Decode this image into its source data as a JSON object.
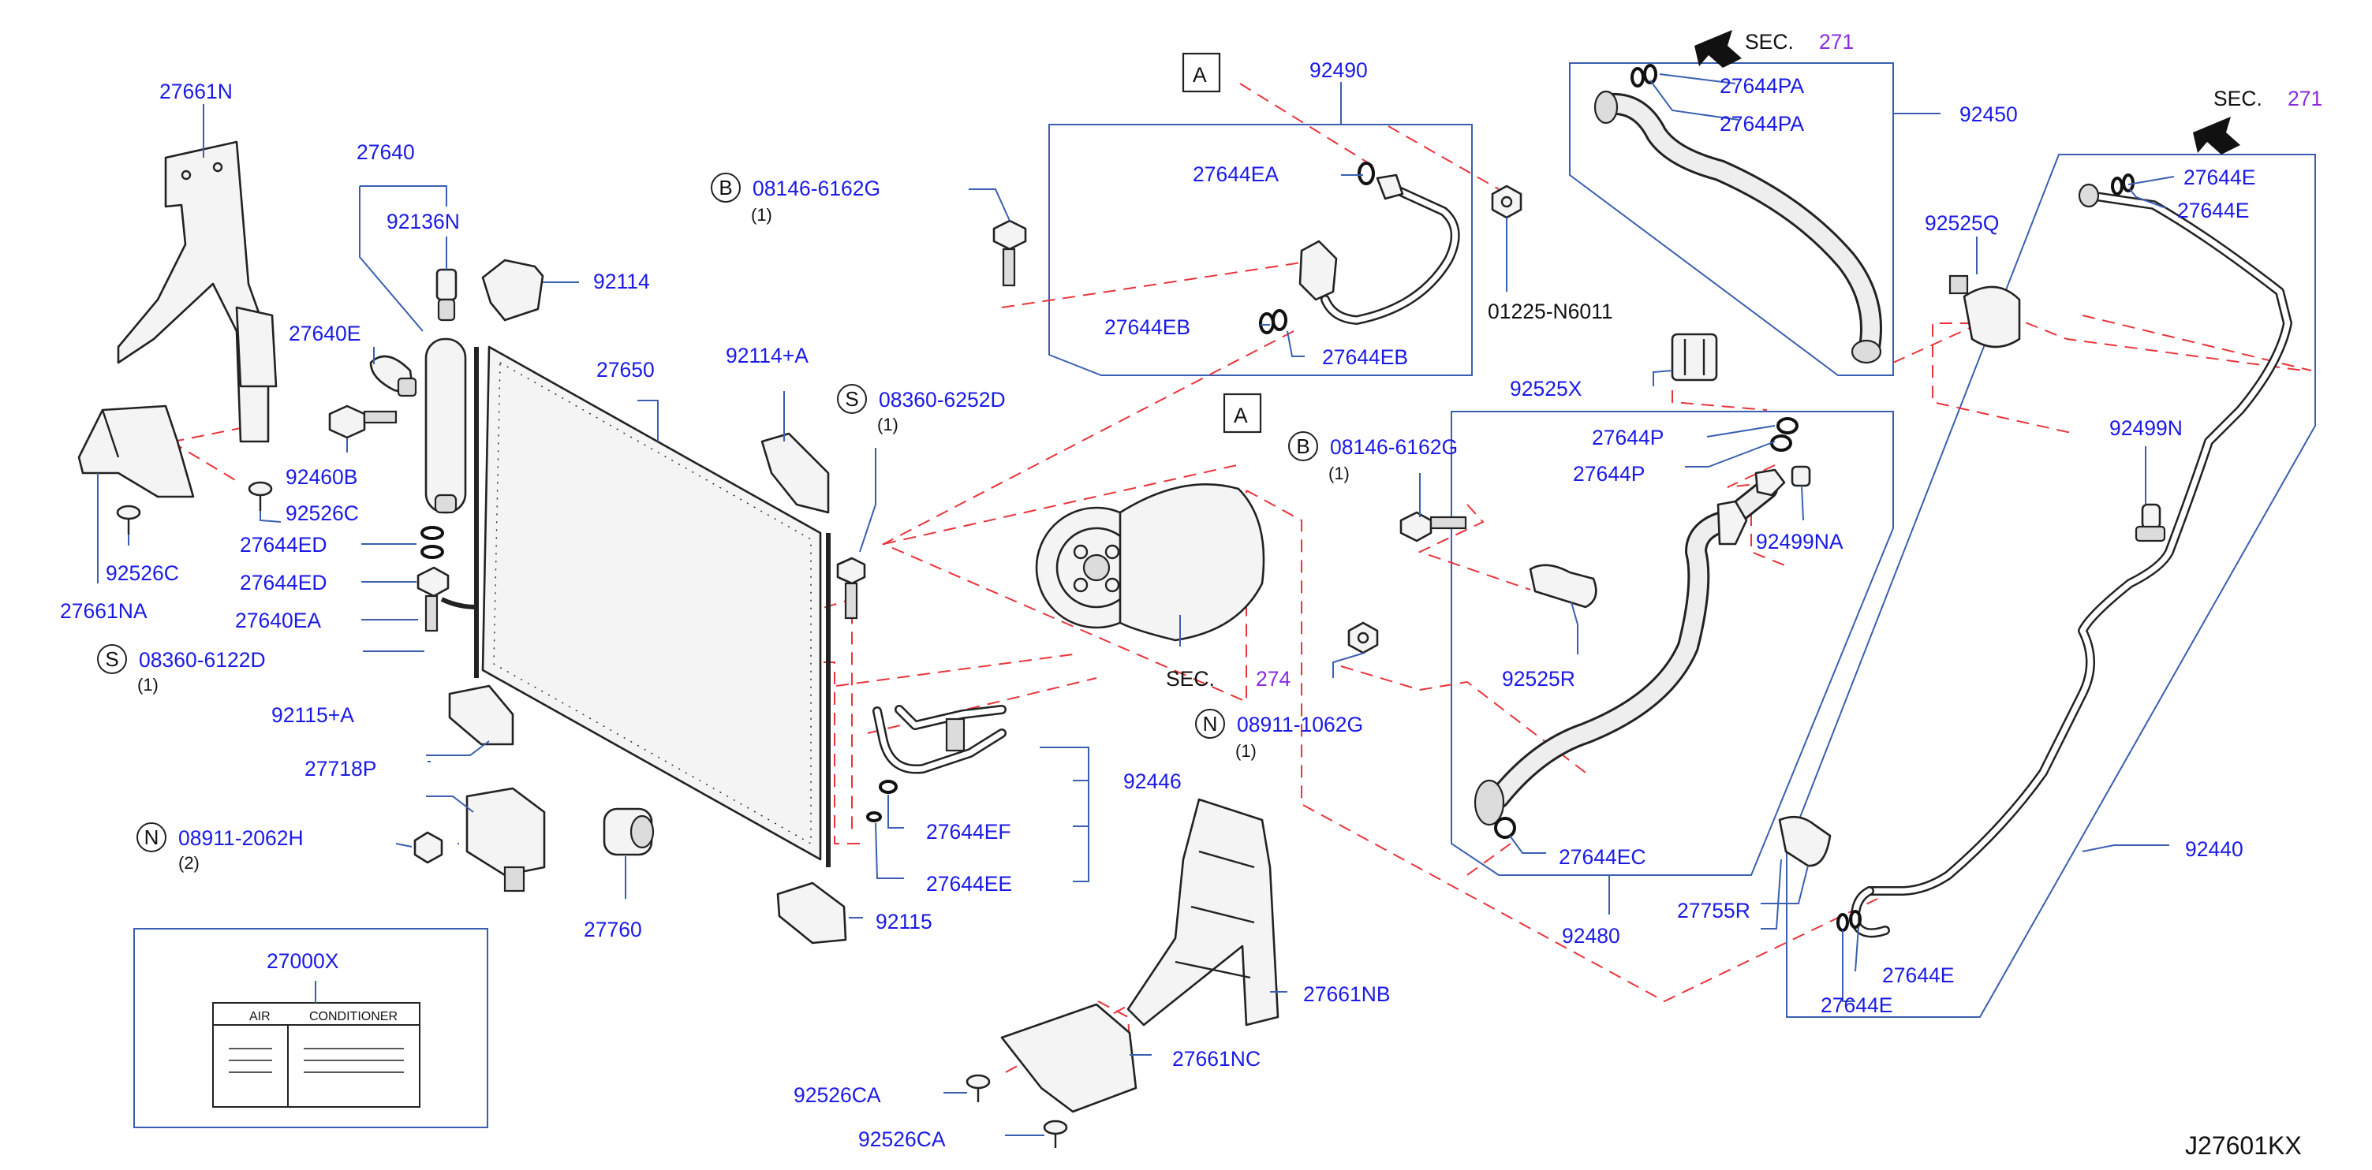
{
  "parts": {
    "p27661N": "27661N",
    "p27640": "27640",
    "p92136N": "92136N",
    "p92114": "92114",
    "p27640E": "27640E",
    "p92460B": "92460B",
    "p92526C_a": "92526C",
    "p92526C_b": "92526C",
    "p27644ED_a": "27644ED",
    "p27644ED_b": "27644ED",
    "p27640EA": "27640EA",
    "p27661NA": "27661NA",
    "p08360_6122D": "08360-6122D",
    "p27650": "27650",
    "p92115A": "92115+A",
    "p27718P": "27718P",
    "p08911_2062H": "08911-2062H",
    "p27760": "27760",
    "p27000X": "27000X",
    "p92114A": "92114+A",
    "p08360_6252D": "08360-6252D",
    "p08146_6162G_a": "08146-6162G",
    "p92490": "92490",
    "p27644EA": "27644EA",
    "p27644EB_a": "27644EB",
    "p27644EB_b": "27644EB",
    "p01225_N6011": "01225-N6011",
    "p08146_6162G_b": "08146-6162G",
    "p08911_1062G": "08911-1062G",
    "p92446": "92446",
    "p27644EF": "27644EF",
    "p27644EE": "27644EE",
    "p92115": "92115",
    "p27661NB": "27661NB",
    "p27661NC": "27661NC",
    "p92526CA_a": "92526CA",
    "p92526CA_b": "92526CA",
    "p27644PA_a": "27644PA",
    "p27644PA_b": "27644PA",
    "p92450": "92450",
    "p92525Q": "92525Q",
    "p92525X": "92525X",
    "p27644P_a": "27644P",
    "p27644P_b": "27644P",
    "p92499NA": "92499NA",
    "p92525R": "92525R",
    "p27644EC": "27644EC",
    "p92480": "92480",
    "p27755R": "27755R",
    "p27644E_a": "27644E",
    "p27644E_b": "27644E",
    "p27644E_c": "27644E",
    "p27644E_d": "27644E",
    "p92499N": "92499N",
    "p92440": "92440"
  },
  "qty": {
    "q08146_a": "(1)",
    "q08360_6252D": "(1)",
    "q08360_6122D": "(1)",
    "q08911_2062H": "(2)",
    "q08146_b": "(1)",
    "q08911_1062G": "(1)"
  },
  "prefix": {
    "B1": "B",
    "B2": "B",
    "S1": "S",
    "S2": "S",
    "N1": "N",
    "N2": "N"
  },
  "refs": {
    "sec_label_a": "SEC.",
    "sec_num_a": "271",
    "sec_label_b": "SEC.",
    "sec_num_b": "271",
    "sec_label_c": "SEC.",
    "sec_num_c": "274",
    "marker_a1": "A",
    "marker_a2": "A"
  },
  "label_card": {
    "left": "AIR",
    "right": "CONDITIONER"
  },
  "diagram_code": "J27601KX",
  "colors": {
    "part_number": "#1a1ae6",
    "leader": "#3a5fb0",
    "dashed_connector": "#e8343a",
    "section_number": "#8a2be2"
  }
}
